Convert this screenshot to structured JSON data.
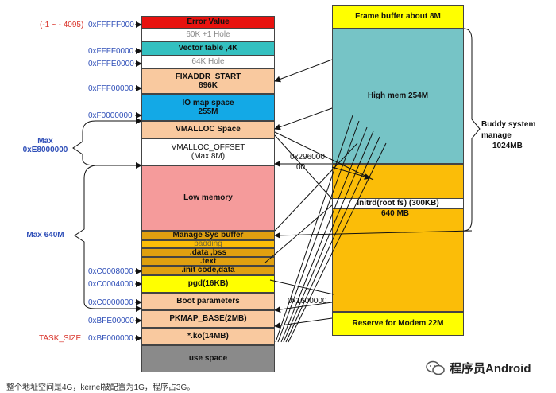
{
  "left_column": {
    "error_value": "Error Value",
    "hole_60k": "60K +1 Hole",
    "vector_table": "Vector table ,4K",
    "hole_64k": "64K Hole",
    "fixaddr_line1": "FIXADDR_START",
    "fixaddr_line2": "896K",
    "io_map_line1": "IO map space",
    "io_map_line2": "255M",
    "vmalloc_space": "VMALLOC Space",
    "vmalloc_offset_line1": "VMALLOC_OFFSET",
    "vmalloc_offset_line2": "(Max 8M)",
    "low_memory": "Low memory",
    "manage_sys_buffer": "Manage Sys buffer",
    "padding": "padding",
    "data_bss": ".data ,bss",
    "text_seg": ".text",
    "init_code": ".init code,data",
    "pgd": "pgd(16KB)",
    "boot_params": "Boot parameters",
    "pkmap": "PKMAP_BASE(2MB)",
    "ko": "*.ko(14MB)",
    "user_space": "use space"
  },
  "addresses": {
    "error_range": "(-1 ~ - 4095)",
    "a_ffffff00": "0xFFFFF000",
    "a_ffff0000": "0xFFFF0000",
    "a_fffe0000": "0xFFFE0000",
    "a_fff00000": "0xFFF00000",
    "a_f0000000": "0xF0000000",
    "a_c0008000": "0xC0008000",
    "a_c0004000": "0xC0004000",
    "a_c0000000": "0xC0000000",
    "a_bfe00000": "0xBFE00000",
    "task_size": "TASK_SIZE",
    "a_bf000000": "0xBF000000"
  },
  "side_labels": {
    "max_vmalloc_line1": "Max",
    "max_vmalloc_line2": "0xE8000000",
    "max_640": "Max 640M"
  },
  "right_column": {
    "frame_buffer": "Frame buffer about 8M",
    "high_mem": "High mem 254M",
    "initrd": "Initrd(root fs) (300KB)",
    "mem_640": "640 MB",
    "reserve_modem": "Reserve for Modem 22M"
  },
  "mid_labels": {
    "addr_296000_a": "0x296000",
    "addr_296000_b": "00",
    "addr_1600000": "0x1600000"
  },
  "buddy": {
    "line1": "Buddy system",
    "line2": "manage",
    "line3": "1024MB"
  },
  "footer": {
    "caption": "整个地址空间是4G，kernel被配置为1G，程序占3G。",
    "brand": "程序员Android"
  },
  "colors": {
    "error_red": "#e8120f",
    "vector_teal": "#34c0c0",
    "peach": "#f9c99f",
    "io_blue": "#13a9e6",
    "low_pink": "#f59b9b",
    "manage_orange": "#e0a010",
    "yellow": "#ffff00",
    "gray": "#8a8a8a",
    "high_mem_teal": "#76c4c6",
    "mem_orange": "#fbbd08",
    "address_blue": "#2f4fb8",
    "address_red": "#d9342b"
  }
}
